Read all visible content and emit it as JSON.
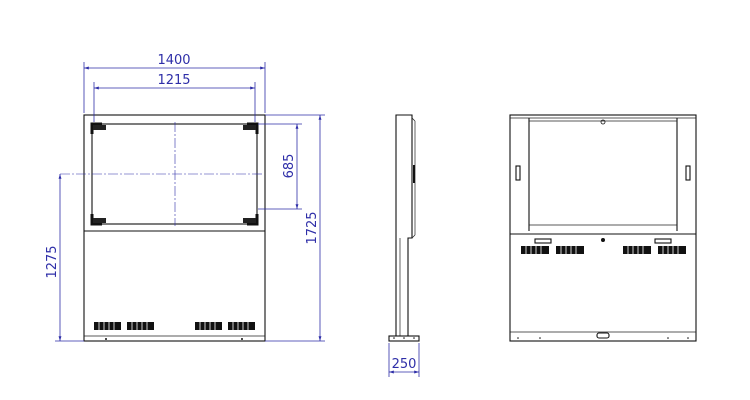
{
  "dimensions": {
    "total_width": "1400",
    "screen_width": "1215",
    "screen_height": "685",
    "total_height": "1725",
    "screen_center_height": "1275",
    "depth": "250"
  },
  "colors": {
    "dimension": "#2e2ea8",
    "object": "#111111"
  }
}
